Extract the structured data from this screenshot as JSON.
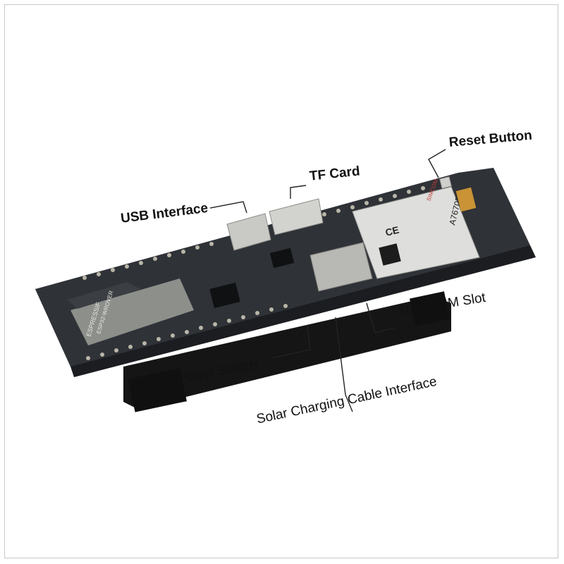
{
  "labels": {
    "reset_button": "Reset Button",
    "tf_card": "TF Card",
    "usb_interface": "USB Interface",
    "nano_sim_slot": "Nano SIM Slot",
    "power_switch": "Power Switch",
    "solar_charging": "Solar Charging Cable Interface"
  },
  "module": {
    "esp_brand": "ESPRESSIF",
    "esp_model": "ESP32-WROVER",
    "sim_brand": "SIMCOM",
    "sim_ce": "CE",
    "sim_model": "A7670E"
  },
  "colors": {
    "pcb": "#2b2e33",
    "pcb_edge": "#1b1d20",
    "shield": "#d9d9d6",
    "esp_shield": "#8c8f8a",
    "battery_holder": "#1a1a1a"
  }
}
